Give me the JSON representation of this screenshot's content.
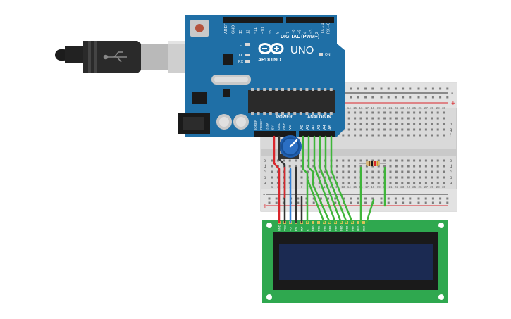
{
  "board": {
    "brand": "ARDUINO",
    "model": "UNO",
    "digital_label": "DIGITAL (PWM~)",
    "power_label": "POWER",
    "analog_label": "ANALOG IN",
    "on_label": "ON",
    "led_l": "L",
    "led_tx": "TX",
    "led_rx": "RX",
    "digital_pins": [
      "AREF",
      "GND",
      "13",
      "12",
      "~11",
      "~10",
      "~9",
      "8",
      "7",
      "~6",
      "~5",
      "4",
      "~3",
      "2",
      "TX→1",
      "RX←0"
    ],
    "power_pins": [
      "IOREF",
      "RESET",
      "3.3V",
      "5V",
      "GND",
      "GND",
      "Vin"
    ],
    "analog_pins": [
      "A0",
      "A1",
      "A2",
      "A3",
      "A4",
      "A5"
    ]
  },
  "breadboard": {
    "row_letters_top": [
      "j",
      "i",
      "h",
      "g",
      "f"
    ],
    "row_letters_bottom": [
      "e",
      "d",
      "c",
      "b",
      "a"
    ],
    "column_numbers": [
      "1",
      "2",
      "3",
      "4",
      "5",
      "6",
      "7",
      "8",
      "9",
      "10",
      "11",
      "12",
      "13",
      "14",
      "15",
      "16",
      "17",
      "18",
      "19",
      "20",
      "21",
      "22",
      "23",
      "24",
      "25",
      "26",
      "27",
      "28",
      "29",
      "30"
    ],
    "rail_minus": "-",
    "rail_plus": "+"
  },
  "lcd": {
    "pins": [
      "GND",
      "VCC",
      "V0",
      "RS",
      "RW",
      "E",
      "DB0",
      "DB1",
      "DB2",
      "DB3",
      "DB4",
      "DB5",
      "DB6",
      "DB7",
      "LED",
      "LED"
    ]
  },
  "colors": {
    "board": "#1f6fa6",
    "lcd_pcb": "#2fa84f",
    "lcd_screen": "#1b2a52",
    "wire_red": "#d9262c",
    "wire_black": "#333333",
    "wire_green": "#3fb53a",
    "wire_blue": "#2f7fd6",
    "breadboard": "#dcdcdc"
  }
}
